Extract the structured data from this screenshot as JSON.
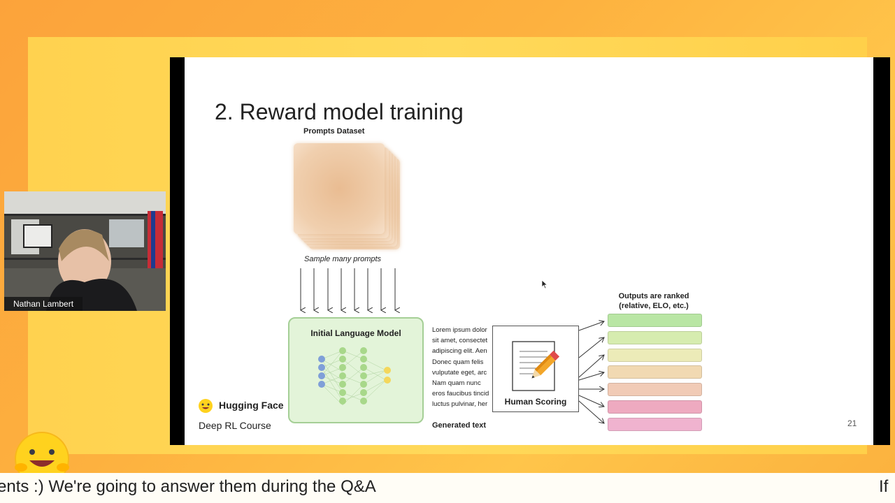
{
  "slide": {
    "title": "2. Reward model training",
    "prompts_dataset_label": "Prompts Dataset",
    "sample_label": "Sample many prompts",
    "lm_label": "Initial Language Model",
    "lorem_lines": [
      "Lorem ipsum dolor",
      "sit amet, consectet",
      "adipiscing elit. Aen",
      "Donec quam felis",
      "vulputate eget, arc",
      "Nam quam nunc",
      "eros faucibus tincid",
      "luctus pulvinar, her"
    ],
    "generated_text_label": "Generated text",
    "human_scoring_label": "Human Scoring",
    "outputs_ranked_line1": "Outputs are ranked",
    "outputs_ranked_line2": "(relative, ELO, etc.)",
    "rank_colors": [
      "#b9e6a4",
      "#d6ecaf",
      "#ecebb8",
      "#f1d9b2",
      "#f1cbb6",
      "#eeaac0",
      "#f0b3cf"
    ],
    "brand_name": "Hugging Face",
    "course_name": "Deep RL Course",
    "page_number": "21"
  },
  "webcam": {
    "speaker_name": "Nathan Lambert"
  },
  "ticker": {
    "text": "ents :) We're going to answer them during the Q&A",
    "tail": "If"
  },
  "colors": {
    "background_orange": "#fca33b",
    "stage_yellow": "#ffd24f",
    "lm_green": "#e3f4d9"
  }
}
